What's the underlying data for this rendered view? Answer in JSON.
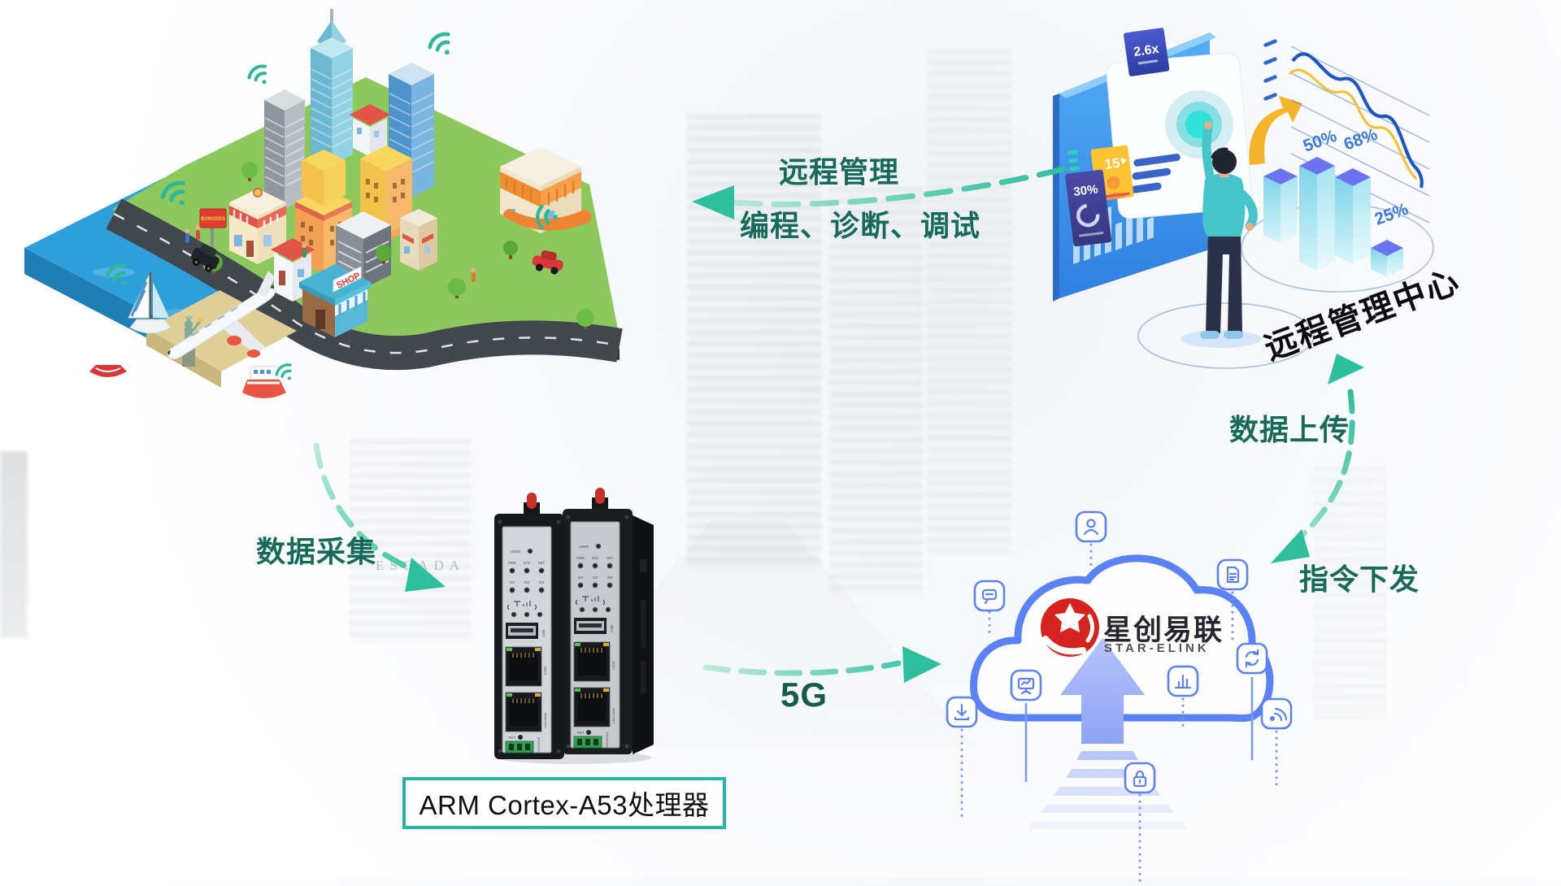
{
  "labels": {
    "remote_manage": "远程管理",
    "remote_manage_detail": "编程、诊断、调试",
    "data_collect": "数据采集",
    "network": "5G",
    "data_upload": "数据上传",
    "command_down": "指令下发",
    "remote_center": "远程管理中心",
    "device_caption": "ARM Cortex-A53处理器"
  },
  "logo": {
    "cn": "星创易联",
    "en": "STAR-ELINK"
  },
  "dashboard": {
    "multiplier": "2.6x",
    "count": "15",
    "percent": "30%",
    "stat1": "50%",
    "stat2": "68%",
    "stat3": "25%"
  },
  "city": {
    "shop": "SHOP",
    "burgers": "BURGERS"
  },
  "background": {
    "signage": "ESCADA"
  },
  "device": {
    "user": "USER",
    "pwr": "PWR",
    "sys": "SYS",
    "net": "NET",
    "io1": "IO1",
    "io2": "IO2",
    "io3": "IO3",
    "usb": "USB",
    "lan2": "LAN2",
    "lan1": "LAN1/WAN",
    "rst": "RST",
    "console": "CONSOLE"
  },
  "colors": {
    "teal": "#2ebf9e",
    "text_green": "#176a5a",
    "cloud_blue": "#5b82f5",
    "logo_red": "#d5231f",
    "caption_border": "#2cb3a1"
  }
}
